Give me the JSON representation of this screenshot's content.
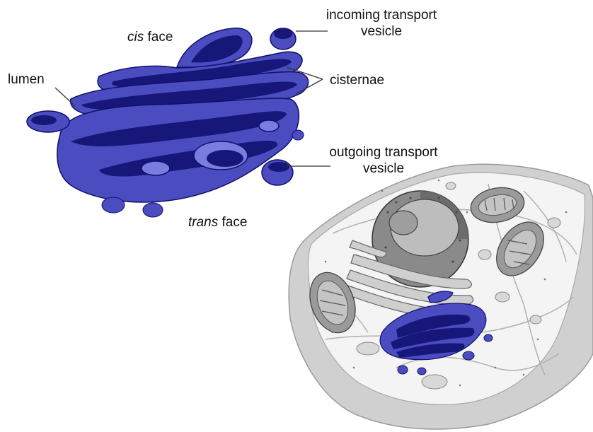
{
  "labels": {
    "cis_italic": "cis",
    "cis_rest": " face",
    "lumen": "lumen",
    "incoming_line1": "incoming transport",
    "incoming_line2": "vesicle",
    "cisternae": "cisternae",
    "outgoing_line1": "outgoing transport",
    "outgoing_line2": "vesicle",
    "trans_italic": "trans",
    "trans_rest": " face"
  },
  "colors": {
    "golgi_fill": "#4a4cc0",
    "golgi_dark": "#17177a",
    "golgi_light": "#7a7ce0",
    "cell_fill": "#e9e9e9",
    "cell_border": "#bdbdbd",
    "nucleus": "#8a8a8a",
    "mito": "#9a9a9a"
  }
}
